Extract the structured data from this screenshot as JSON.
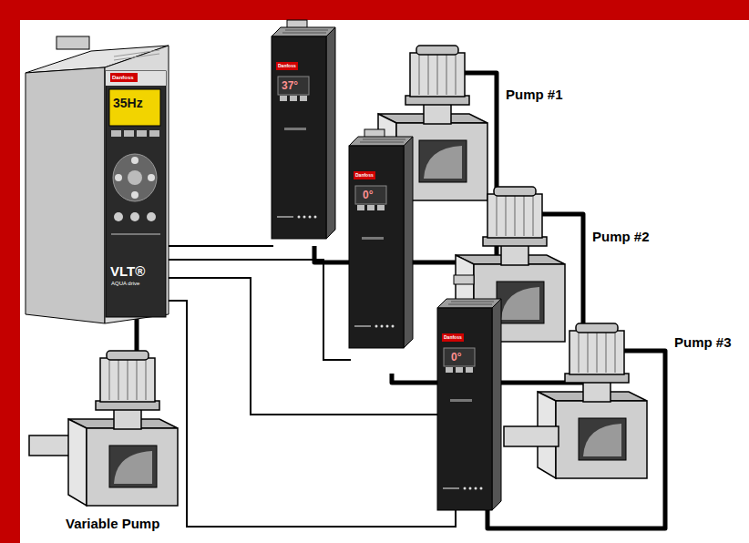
{
  "diagram": {
    "labels": [
      "35Hz",
      "VLT®",
      "AQUA drive",
      "Danfoss",
      "37°",
      "Danfoss",
      "0°",
      "Danfoss",
      "0°",
      "Danfoss",
      "Pump #1",
      "Pump #2",
      "Pump #3",
      "Variable Pump"
    ]
  }
}
